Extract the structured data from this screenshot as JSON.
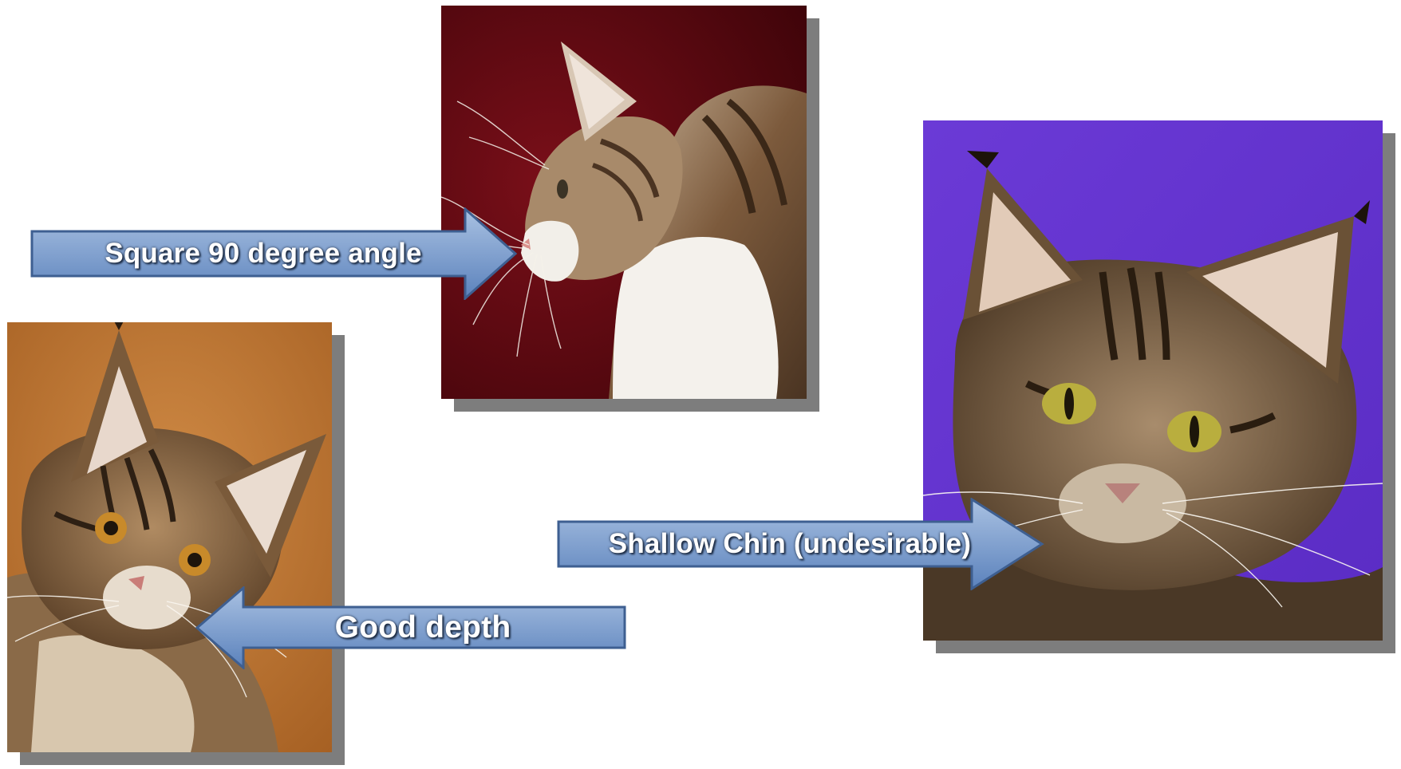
{
  "slide": {
    "photos": [
      {
        "id": "profile",
        "subject": "maine-coon-side-profile",
        "background_color": "#5c0810"
      },
      {
        "id": "good-depth",
        "subject": "maine-coon-tabby-head-tilted",
        "background_color": "#c47a35"
      },
      {
        "id": "shallow-chin",
        "subject": "maine-coon-brown-tabby-front",
        "background_color": "#6a36d0"
      }
    ],
    "callouts": {
      "square_angle": "Square 90 degree angle",
      "good_depth": "Good depth",
      "shallow_chin": "Shallow Chin (undesirable)"
    },
    "colors": {
      "arrow_fill_top": "#9fb9dc",
      "arrow_fill_bottom": "#5f86bf",
      "arrow_stroke": "#3e5f91",
      "shadow": "#7d7d7d",
      "label_text": "#ffffff"
    }
  }
}
